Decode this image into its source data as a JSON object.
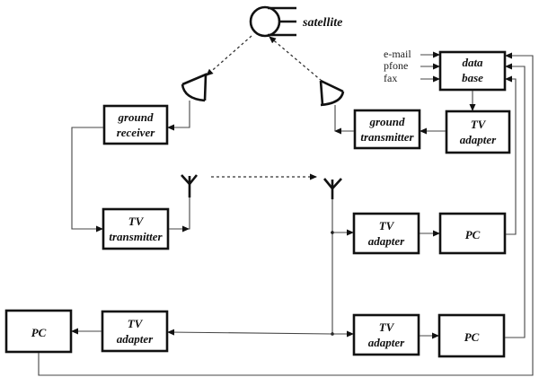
{
  "diagram": {
    "satellite": {
      "label": "satellite"
    },
    "inputs": [
      "e-mail",
      "pfone",
      "fax"
    ],
    "blocks": {
      "data_base": [
        "data",
        "base"
      ],
      "ground_receiver": [
        "ground",
        "receiver"
      ],
      "ground_transmitter": [
        "ground",
        "transmitter"
      ],
      "tv_adapter_top": [
        "TV",
        "adapter"
      ],
      "tv_transmitter": [
        "TV",
        "transmitter"
      ],
      "tv_adapter_mid": [
        "TV",
        "adapter"
      ],
      "pc_mid": [
        "PC"
      ],
      "tv_adapter_bottom_left": [
        "TV",
        "adapter"
      ],
      "pc_bottom_left": [
        "PC"
      ],
      "tv_adapter_bottom_right": [
        "TV",
        "adapter"
      ],
      "pc_bottom_right": [
        "PC"
      ]
    },
    "colors": {
      "line": "#111111",
      "background": "#ffffff"
    }
  }
}
